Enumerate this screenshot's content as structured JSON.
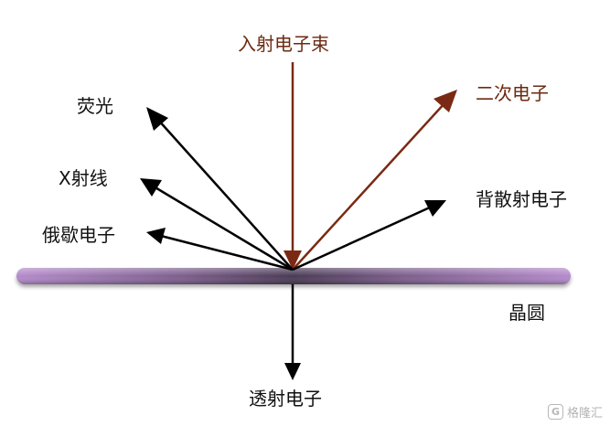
{
  "labels": {
    "incident_beam": "入射电子束",
    "secondary_electrons": "二次电子",
    "fluorescence": "荧光",
    "xray": "X射线",
    "backscattered_electrons": "背散射电子",
    "auger_electrons": "俄歇电子",
    "wafer": "晶圆",
    "transmitted_electrons": "透射电子"
  },
  "colors": {
    "incident_beam": "#7a2a14",
    "secondary_electrons": "#7a2a14",
    "emission_arrows": "#000000",
    "wafer_edge": "#b48acb",
    "wafer_center": "#4a3a55"
  },
  "watermark": {
    "logo_glyph": "G",
    "text": "格隆汇"
  }
}
